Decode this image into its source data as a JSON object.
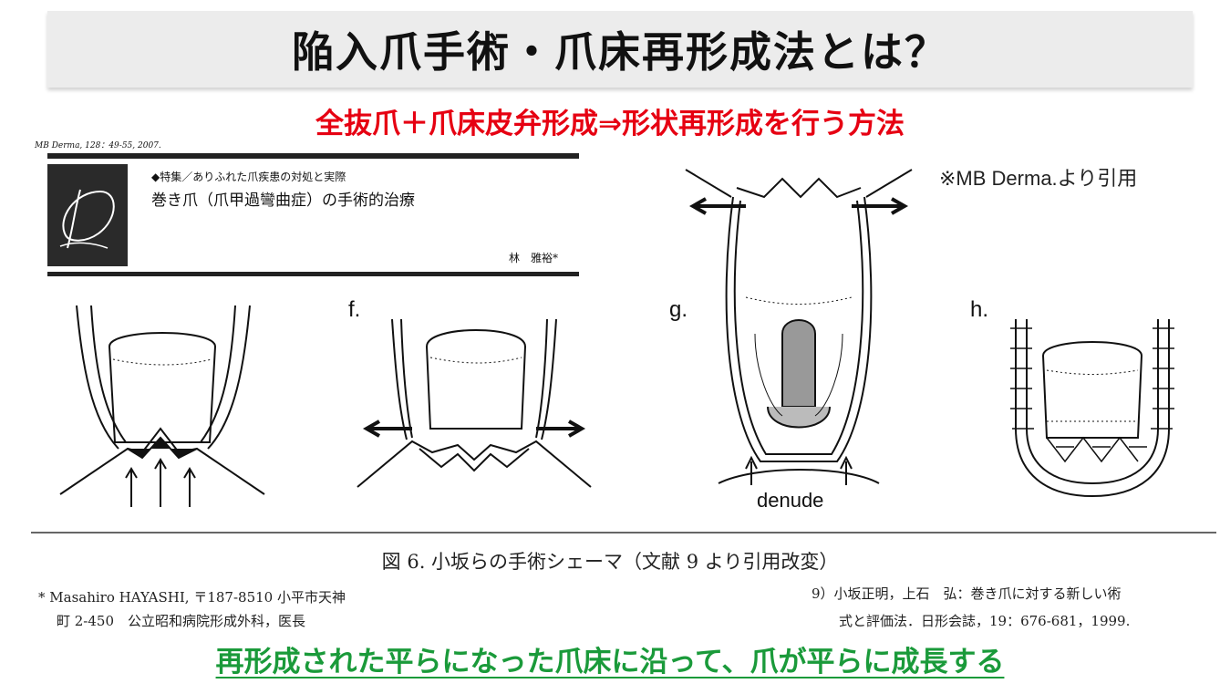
{
  "title": "陥入爪手術・爪床再形成法とは？",
  "subtitle": "全抜爪＋爪床皮弁形成⇒形状再形成を行う方法",
  "credit": "※MB Derma.より引用",
  "article": {
    "citation": "MB Derma, 128：49-55, 2007.",
    "series": "◆特集／ありふれた爪疾患の対処と実際",
    "title": "巻き爪（爪甲過彎曲症）の手術的治療",
    "author": "林　雅裕*"
  },
  "figures": {
    "f_label": "f.",
    "g_label": "g.",
    "h_label": "h.",
    "g_annotation": "denude"
  },
  "caption": "図 6. 小坂らの手術シェーマ（文献 9 より引用改変）",
  "footnote_left": {
    "line1": "* Masahiro HAYASHI, 〒187-8510 小平市天神",
    "line2": "町 2-450　公立昭和病院形成外科，医長"
  },
  "footnote_right": {
    "line1": "9）小坂正明，上石　弘：巻き爪に対する新しい術",
    "line2": "式と評価法．日形会誌，19：676-681，1999."
  },
  "conclusion": "再形成された平らになった爪床に沿って、爪が平らに成長する"
}
